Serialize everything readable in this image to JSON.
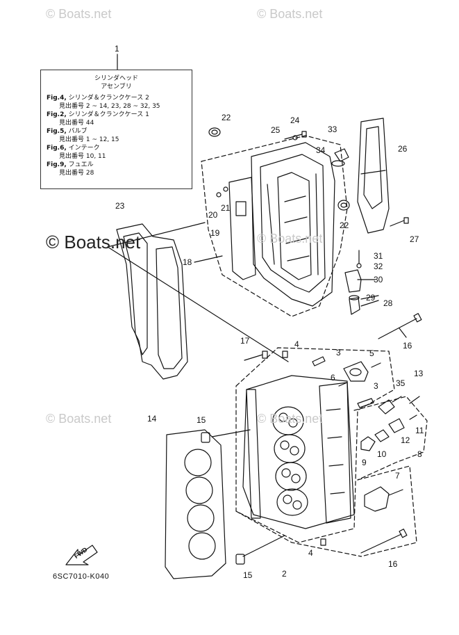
{
  "watermarks": [
    "© Boats.net",
    "© Boats.net",
    "© Boats.net",
    "© Boats.net",
    "© Boats.net",
    "© Boats.net"
  ],
  "legend": {
    "ref": "1",
    "title1": "シリンダヘッド",
    "title2": "アセンブリ",
    "lines": [
      {
        "fig": "Fig.4,",
        "text": "シリンダ＆クランクケース 2",
        "sub": "見出番号 2 ~ 14, 23, 28 ~ 32, 35"
      },
      {
        "fig": "Fig.2,",
        "text": "シリンダ＆クランクケース 1",
        "sub": "見出番号 44"
      },
      {
        "fig": "Fig.5,",
        "text": "バルブ",
        "sub": "見出番号 1 ~ 12, 15"
      },
      {
        "fig": "Fig.6,",
        "text": "インテーク",
        "sub": "見出番号 10, 11"
      },
      {
        "fig": "Fig.9,",
        "text": "フュエル",
        "sub": "見出番号 28"
      }
    ]
  },
  "callouts": {
    "c22a": "22",
    "c24": "24",
    "c25": "25",
    "c33": "33",
    "c34": "34",
    "c26": "26",
    "c20": "20",
    "c21": "21",
    "c19": "19",
    "c22b": "22",
    "c27": "27",
    "c23": "23",
    "c18": "18",
    "c31": "31",
    "c32": "32",
    "c30": "30",
    "c29": "29",
    "c28": "28",
    "c17": "17",
    "c4a": "4",
    "c3a": "3",
    "c16a": "16",
    "c5": "5",
    "c6": "6",
    "c3b": "3",
    "c35": "35",
    "c13": "13",
    "c14": "14",
    "c15a": "15",
    "c12": "12",
    "c11": "11",
    "c9": "9",
    "c10": "10",
    "c8": "8",
    "c7": "7",
    "c4b": "4",
    "c16b": "16",
    "c15b": "15",
    "c2": "2"
  },
  "fwd_label": "FWD",
  "diagram_code": "6SC7010-K040"
}
